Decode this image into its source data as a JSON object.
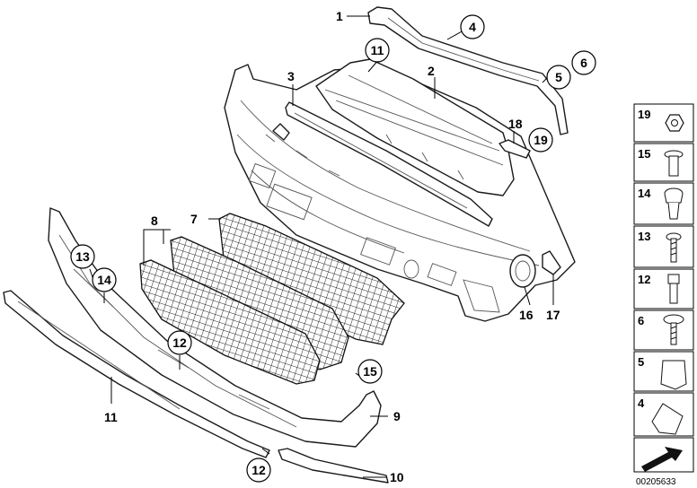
{
  "diagram": {
    "callouts": [
      {
        "id": "c1",
        "text": "1",
        "circled": false
      },
      {
        "id": "c2",
        "text": "2",
        "circled": false
      },
      {
        "id": "c3",
        "text": "3",
        "circled": false
      },
      {
        "id": "c4",
        "text": "4",
        "circled": true
      },
      {
        "id": "c5",
        "text": "5",
        "circled": true
      },
      {
        "id": "c6",
        "text": "6",
        "circled": true
      },
      {
        "id": "c7",
        "text": "7",
        "circled": false
      },
      {
        "id": "c8",
        "text": "8",
        "circled": false
      },
      {
        "id": "c9",
        "text": "9",
        "circled": false
      },
      {
        "id": "c10",
        "text": "10",
        "circled": false
      },
      {
        "id": "c11a",
        "text": "11",
        "circled": true
      },
      {
        "id": "c11b",
        "text": "11",
        "circled": false
      },
      {
        "id": "c12a",
        "text": "12",
        "circled": true
      },
      {
        "id": "c12b",
        "text": "12",
        "circled": true
      },
      {
        "id": "c13",
        "text": "13",
        "circled": true
      },
      {
        "id": "c14",
        "text": "14",
        "circled": true
      },
      {
        "id": "c15",
        "text": "15",
        "circled": true
      },
      {
        "id": "c16",
        "text": "16",
        "circled": false
      },
      {
        "id": "c17",
        "text": "17",
        "circled": false
      },
      {
        "id": "c18",
        "text": "18",
        "circled": false
      },
      {
        "id": "c19",
        "text": "19",
        "circled": true
      }
    ],
    "parts_panel": [
      "19",
      "15",
      "14",
      "13",
      "12",
      "6",
      "5",
      "4"
    ],
    "document_number": "00205633"
  }
}
